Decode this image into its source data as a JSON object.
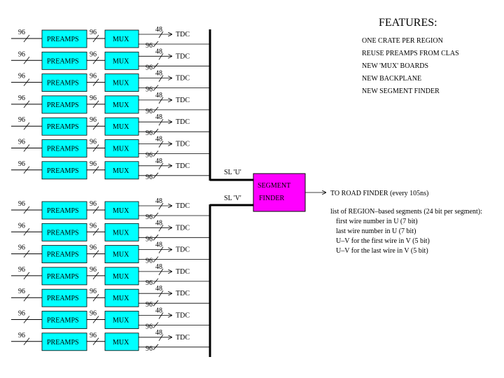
{
  "labels": {
    "bus_width_in": "96",
    "bus_width_out": "48",
    "preamps": "PREAMPS",
    "mux": "MUX",
    "tdc": "TDC",
    "sl_u": "SL 'U'",
    "sl_v": "SL 'V'",
    "segment": "SEGMENT",
    "finder": "FINDER",
    "to_road_finder": "TO ROAD FINDER (every 105ns)"
  },
  "features": {
    "title": "FEATURES:",
    "items": [
      "ONE CRATE PER REGION",
      "REUSE PREAMPS FROM CLAS",
      "NEW 'MUX' BOARDS",
      "NEW BACKPLANE",
      "NEW SEGMENT FINDER"
    ]
  },
  "segment_list": {
    "heading": "list of REGION–based segments (24 bit per segment):",
    "items": [
      "first wire number in U (7 bit)",
      "last wire number in U (7 bit)",
      "U–V for the first wire in V (5 bit)",
      "U–V for the last wire in V (5 bit)"
    ]
  },
  "colors": {
    "channel_box": "#00ffff",
    "segment_finder": "#ff00ff",
    "line": "#000000"
  },
  "channel_groups": [
    {
      "name": "U",
      "channels": 7
    },
    {
      "name": "V",
      "channels": 7
    }
  ]
}
